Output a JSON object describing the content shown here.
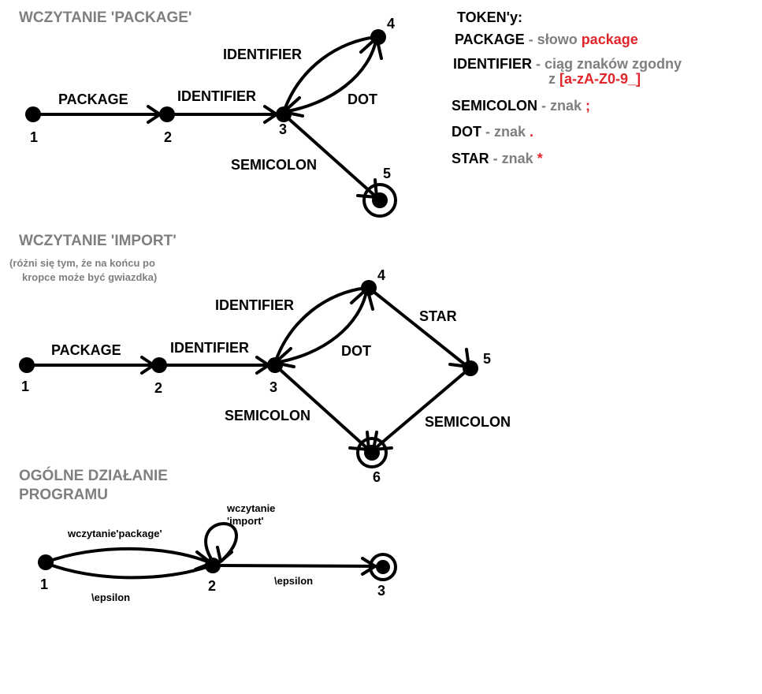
{
  "sections": {
    "package_title": "WCZYTANIE 'PACKAGE'",
    "import_title": "WCZYTANIE 'IMPORT'",
    "import_note_1": "(różni się tym, że na końcu po",
    "import_note_2": "kropce może być gwiazdka)",
    "general_title_1": "OGÓLNE DZIAŁANIE",
    "general_title_2": "PROGRAMU"
  },
  "legend": {
    "heading": "TOKEN'y:",
    "package_token": "PACKAGE",
    "package_desc": " - słowo ",
    "package_value": "package",
    "identifier_token": "IDENTIFIER",
    "identifier_desc_1": " - ciąg znaków zgodny",
    "identifier_desc_2": "z ",
    "identifier_value": "[a-zA-Z0-9_]",
    "semicolon_token": "SEMICOLON",
    "semicolon_desc": "  - znak ",
    "semicolon_value": ";",
    "dot_token": "DOT",
    "dot_desc": "  - znak ",
    "dot_value": ".",
    "star_token": "STAR",
    "star_desc": "  - znak ",
    "star_value": "*"
  },
  "package_automaton": {
    "nodes": [
      "1",
      "2",
      "3",
      "4",
      "5"
    ],
    "edges": {
      "e12": "PACKAGE",
      "e23": "IDENTIFIER",
      "e34": "IDENTIFIER",
      "e43": "DOT",
      "e35": "SEMICOLON"
    }
  },
  "import_automaton": {
    "nodes": [
      "1",
      "2",
      "3",
      "4",
      "5",
      "6"
    ],
    "edges": {
      "e12": "PACKAGE",
      "e23": "IDENTIFIER",
      "e34": "IDENTIFIER",
      "e43": "DOT",
      "e45": "STAR",
      "e36": "SEMICOLON",
      "e56": "SEMICOLON"
    }
  },
  "general_automaton": {
    "nodes": [
      "1",
      "2",
      "3"
    ],
    "edges": {
      "e12_top": "wczytanie'package'",
      "e12_bottom": "\\epsilon",
      "loop_1": "wczytanie",
      "loop_2": "'import'",
      "e23": "\\epsilon"
    }
  },
  "colors": {
    "accent_red": "#e0262b",
    "gray_text": "#7f7f7f",
    "ink": "#000000"
  }
}
